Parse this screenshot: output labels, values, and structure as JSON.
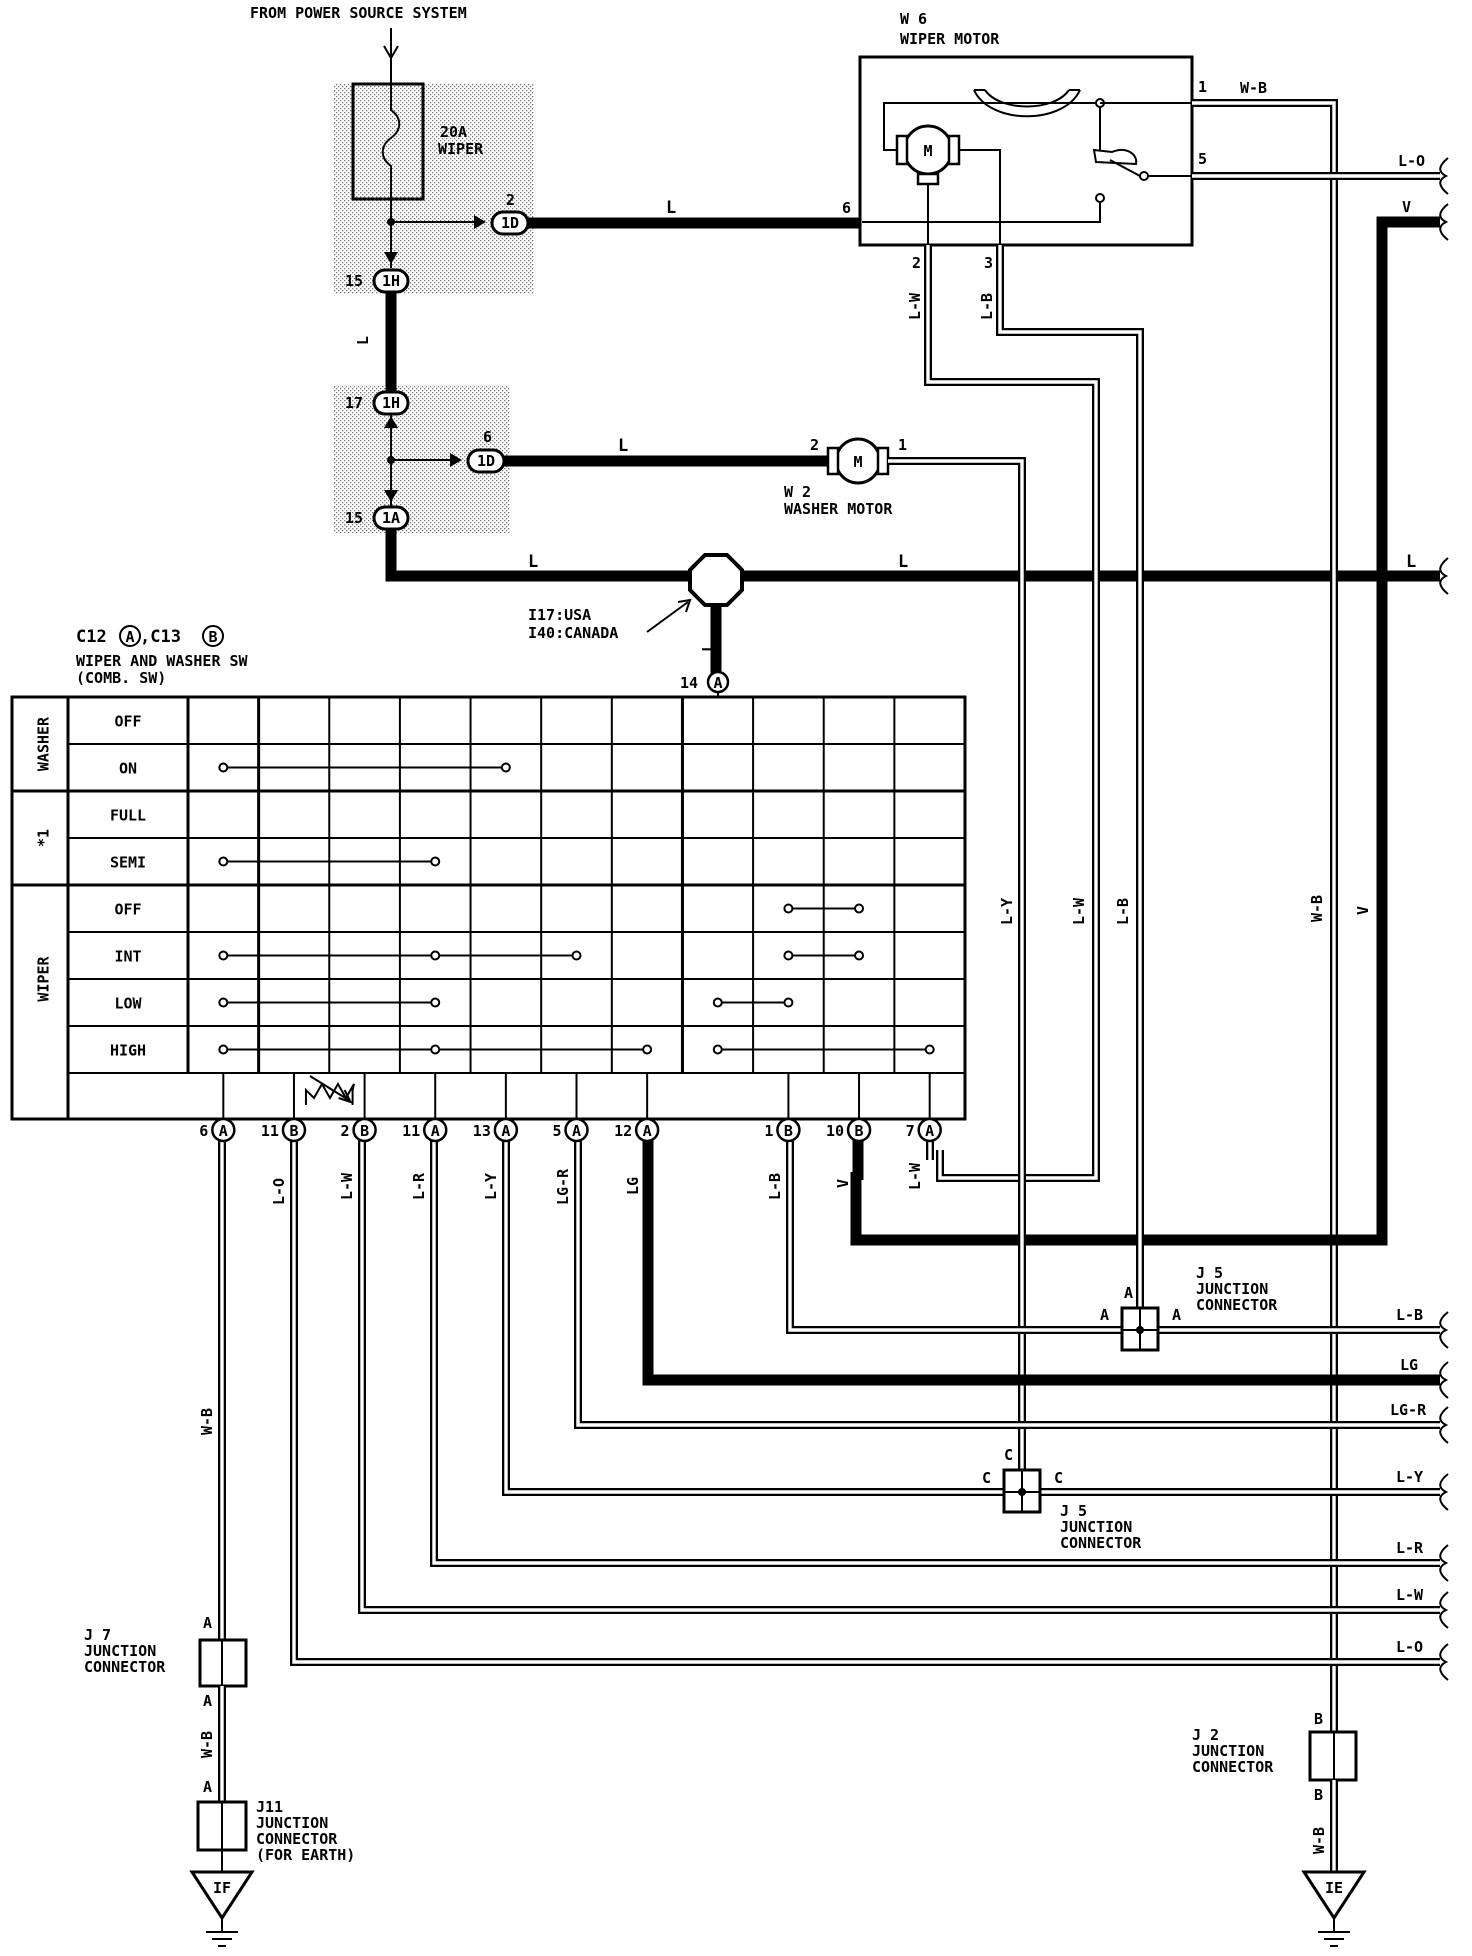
{
  "top_label": "FROM POWER SOURCE SYSTEM",
  "fuse": {
    "line1": "20A",
    "line2": "WIPER"
  },
  "wiper_motor": {
    "id": "W 6",
    "name": "WIPER MOTOR",
    "pins": [
      "1",
      "5",
      "6",
      "2",
      "3"
    ]
  },
  "washer_motor": {
    "id": "W 2",
    "name": "WASHER MOTOR",
    "pin_left": "2",
    "pin_right": "1",
    "symbol": "M"
  },
  "motor_symbol": "M",
  "junction_block": {
    "line1": "I17:USA",
    "line2": "I40:CANADA"
  },
  "connectors_ib": [
    {
      "pin": "2",
      "code": "1D"
    },
    {
      "pin": "15",
      "code": "1H"
    },
    {
      "pin": "17",
      "code": "1H"
    },
    {
      "pin": "6",
      "code": "1D"
    },
    {
      "pin": "15",
      "code": "1A"
    }
  ],
  "switch": {
    "id_prefix": "C12",
    "id_a": "A",
    "id_mid": ",C13",
    "id_b": "B",
    "title1": "WIPER AND WASHER SW",
    "title2": "(COMB. SW)",
    "groups": [
      "WASHER",
      "*1",
      "WIPER"
    ],
    "rows": [
      "OFF",
      "ON",
      "FULL",
      "SEMI",
      "OFF",
      "INT",
      "LOW",
      "HIGH"
    ],
    "top_pin": {
      "num": "14",
      "letter": "A"
    },
    "pins": [
      {
        "num": "6",
        "letter": "A",
        "wire": "W-B"
      },
      {
        "num": "11",
        "letter": "B",
        "wire": "L-O"
      },
      {
        "num": "2",
        "letter": "B",
        "wire": "L-W"
      },
      {
        "num": "11",
        "letter": "A",
        "wire": "L-R"
      },
      {
        "num": "13",
        "letter": "A",
        "wire": "L-Y"
      },
      {
        "num": "5",
        "letter": "A",
        "wire": "LG-R"
      },
      {
        "num": "12",
        "letter": "A",
        "wire": "LG"
      },
      {
        "num": "1",
        "letter": "B",
        "wire": "L-B"
      },
      {
        "num": "10",
        "letter": "B",
        "wire": "V"
      },
      {
        "num": "7",
        "letter": "A",
        "wire": "L-W"
      }
    ]
  },
  "wire_labels": {
    "L": "L",
    "LW": "L-W",
    "LB": "L-B",
    "LY": "L-Y",
    "WB": "W-B",
    "V": "V",
    "LO": "L-O",
    "LG": "LG",
    "LGR": "LG-R",
    "LR": "L-R"
  },
  "right_edge_labels": [
    "L-O",
    "V",
    "L",
    "L-B",
    "LG",
    "LG-R",
    "L-Y",
    "L-R",
    "L-W",
    "L-O"
  ],
  "junctions": {
    "j5a": {
      "name1": "J 5",
      "name2": "JUNCTION",
      "name3": "CONNECTOR",
      "pin": "A"
    },
    "j5c": {
      "name1": "J 5",
      "name2": "JUNCTION",
      "name3": "CONNECTOR",
      "pin": "C"
    },
    "j7": {
      "name1": "J 7",
      "name2": "JUNCTION",
      "name3": "CONNECTOR",
      "pin": "A"
    },
    "j11": {
      "name1": "J11",
      "name2": "JUNCTION",
      "name3": "CONNECTOR",
      "name4": "(FOR EARTH)",
      "pin": "A"
    },
    "j2": {
      "name1": "J 2",
      "name2": "JUNCTION",
      "name3": "CONNECTOR",
      "pin": "B"
    }
  },
  "grounds": {
    "left": "IF",
    "right": "IE"
  }
}
